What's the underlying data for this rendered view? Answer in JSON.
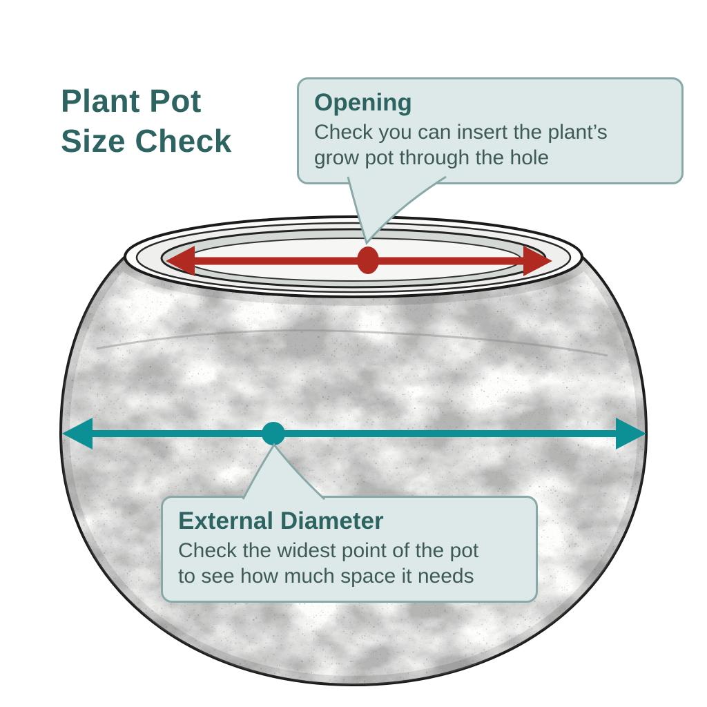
{
  "title": {
    "line1": "Plant Pot",
    "line2": "Size Check"
  },
  "callouts": {
    "opening": {
      "heading": "Opening",
      "line1": "Check you can insert the plant’s",
      "line2": "grow pot through the hole"
    },
    "external_diameter": {
      "heading": "External Diameter",
      "line1": "Check the widest point of the pot",
      "line2": "to see how much space it needs"
    }
  },
  "annotations": {
    "opening_arrow": "opening-width-measure-arrow",
    "diameter_arrow": "external-diameter-measure-arrow"
  },
  "colors": {
    "title_color": "#2d6461",
    "heading_color": "#2d6461",
    "body_color": "#3e5a57",
    "callout_fill": "#dde9e9",
    "callout_border": "#88a9a7",
    "opening_color": "#b02a22",
    "diameter_color": "#0d8f96",
    "ink_color": "#1b1b1b",
    "background": "#ffffff"
  }
}
